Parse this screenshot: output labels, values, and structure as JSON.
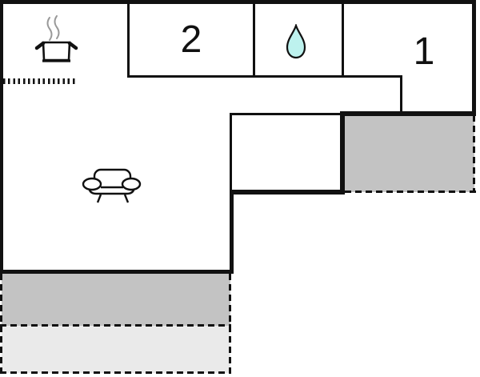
{
  "floorplan": {
    "rooms": {
      "bedroom_2": {
        "label": "2"
      },
      "bedroom_1": {
        "label": "1"
      },
      "bathroom": {
        "icon": "water-drop-icon"
      },
      "kitchen": {
        "icon": "cooking-pot-icon",
        "counter_icon": "dotted-hob-line"
      },
      "living_room": {
        "icon": "sofa-icon"
      }
    },
    "terraces": {
      "right": {
        "color": "#c3c3c3"
      },
      "bottom_dark": {
        "color": "#c3c3c3"
      },
      "bottom_light": {
        "color": "#eaeaea"
      }
    },
    "colors": {
      "wall": "#111111",
      "background": "#ffffff",
      "water_drop_fill": "#bdf2ee",
      "water_drop_outline": "#111111",
      "steam": "#999999"
    }
  }
}
